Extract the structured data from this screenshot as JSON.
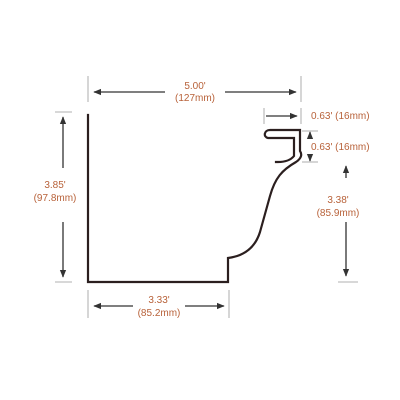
{
  "colors": {
    "profile": "#2b1f1f",
    "dimension_line": "#333333",
    "extension_line": "#999999",
    "label_text": "#b8623a",
    "background": "#ffffff"
  },
  "dimensions": {
    "top_width": {
      "imperial": "5.00'",
      "metric": "(127mm)"
    },
    "left_height": {
      "imperial": "3.85'",
      "metric": "(97.8mm)"
    },
    "bottom_width": {
      "imperial": "3.33'",
      "metric": "(85.2mm)"
    },
    "right_height": {
      "imperial": "3.38'",
      "metric": "(85.9mm)"
    },
    "lip_width": {
      "label": "0.63' (16mm)"
    },
    "lip_height": {
      "label": "0.63' (16mm)"
    }
  }
}
